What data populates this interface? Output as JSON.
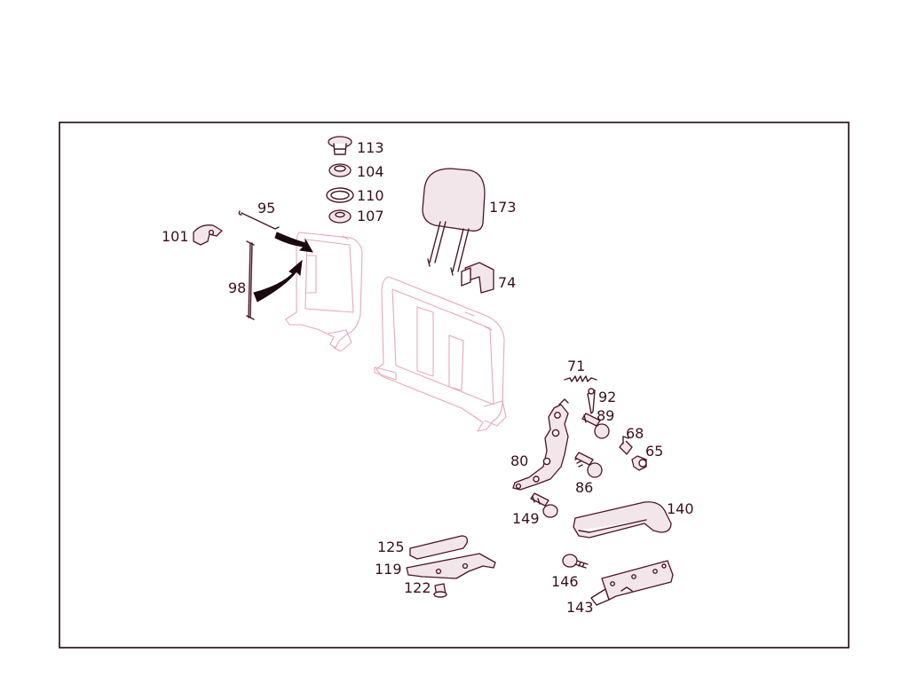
{
  "callouts": {
    "c113": "113",
    "c104": "104",
    "c110": "110",
    "c107": "107",
    "c173": "173",
    "c95": "95",
    "c101": "101",
    "c98": "98",
    "c74": "74",
    "c71": "71",
    "c92": "92",
    "c89": "89",
    "c68": "68",
    "c65": "65",
    "c80": "80",
    "c86": "86",
    "c149": "149",
    "c140": "140",
    "c125": "125",
    "c119": "119",
    "c122": "122",
    "c146": "146",
    "c143": "143"
  },
  "colors": {
    "part_stroke": "#4a1626",
    "ghost_stroke": "#e7a8b9",
    "label": "#3a0f1c",
    "frame": "#1a0a10"
  }
}
